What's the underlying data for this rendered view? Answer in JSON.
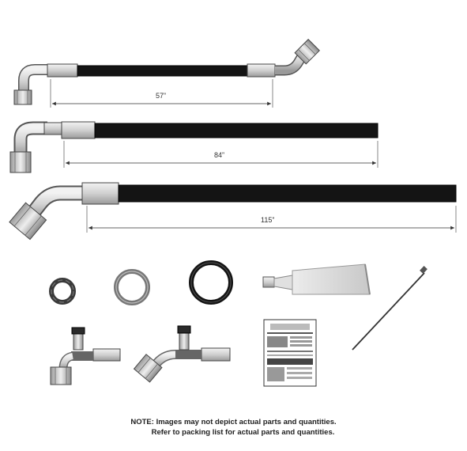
{
  "hoses": [
    {
      "length_label": "57”"
    },
    {
      "length_label": "84”"
    },
    {
      "length_label": "115”"
    }
  ],
  "parts": {
    "o_rings": 3,
    "service_port_fittings": 2,
    "lubricant_tube": 1,
    "cable_tie": 1,
    "instruction_sheet": 1
  },
  "note": {
    "line1": "NOTE: Images may not depict actual parts and quantities.",
    "line2": "Refer to packing list for actual parts and quantities."
  }
}
